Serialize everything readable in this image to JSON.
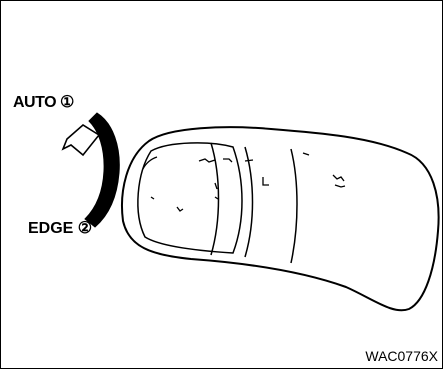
{
  "diagram": {
    "callouts": [
      {
        "text": "AUTO",
        "number": "1",
        "number_glyph": "①"
      },
      {
        "text": "EDGE",
        "number": "2",
        "number_glyph": "②"
      }
    ],
    "figure_code": "WAC0776X",
    "line_color": "#000000",
    "background_color": "#ffffff"
  }
}
